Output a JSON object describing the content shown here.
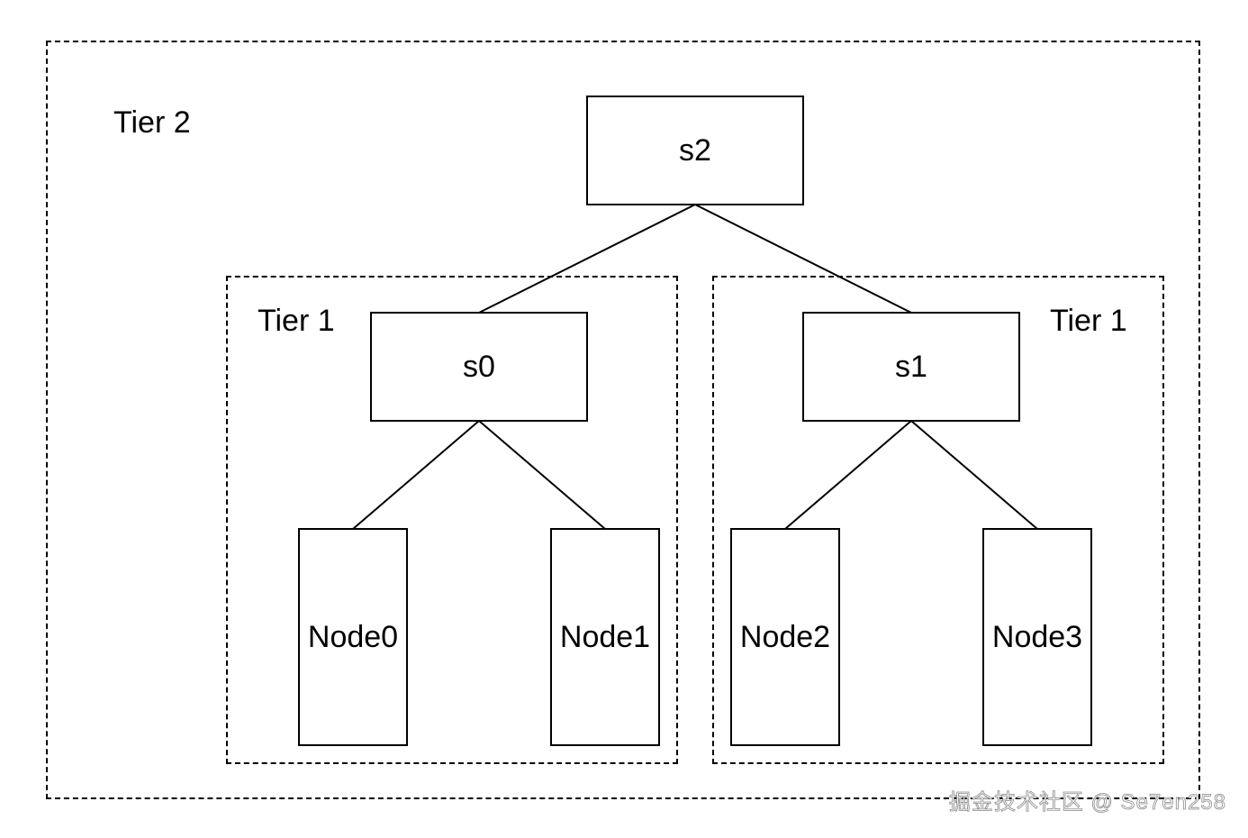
{
  "tiers": {
    "tier2_label": "Tier 2",
    "tier1_left_label": "Tier 1",
    "tier1_right_label": "Tier 1"
  },
  "switches": {
    "s2": "s2",
    "s0": "s0",
    "s1": "s1"
  },
  "nodes": {
    "node0": "Node0",
    "node1": "Node1",
    "node2": "Node2",
    "node3": "Node3"
  },
  "links": [
    [
      "s2",
      "s0"
    ],
    [
      "s2",
      "s1"
    ],
    [
      "s0",
      "node0"
    ],
    [
      "s0",
      "node1"
    ],
    [
      "s1",
      "node2"
    ],
    [
      "s1",
      "node3"
    ]
  ],
  "watermark": "掘金技术社区 @ Se7en258"
}
